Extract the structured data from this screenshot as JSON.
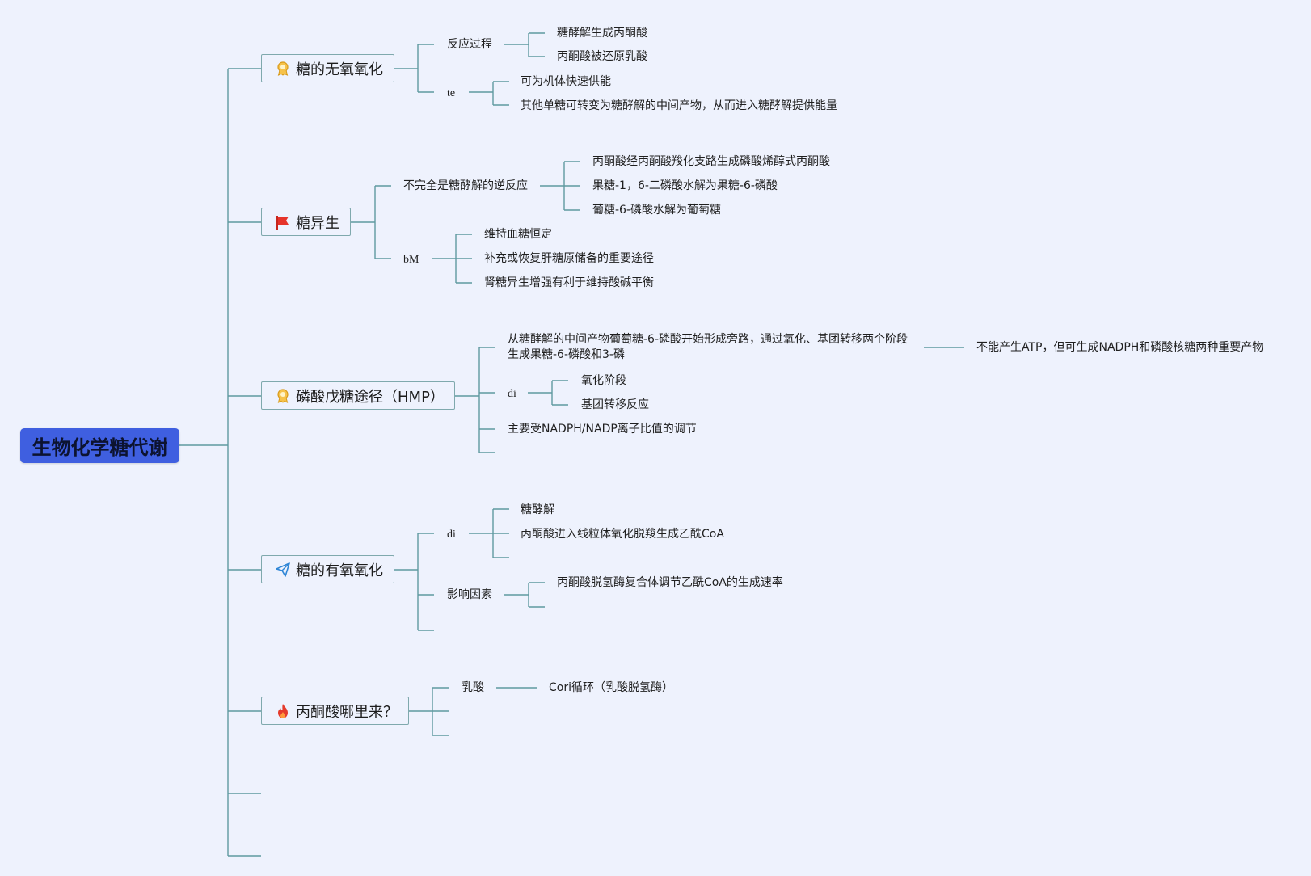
{
  "colors": {
    "background": "#eef2fd",
    "root": "#3f5fe0",
    "line": "#5f9aa0",
    "border": "#7fa9ad"
  },
  "root": {
    "label": "生物化学糖代谢"
  },
  "branches": [
    {
      "label": "糖的无氧氧化",
      "icon": "award-ribbon-icon",
      "children": [
        {
          "label": "反应过程",
          "children": [
            "糖酵解生成丙酮酸",
            "丙酮酸被还原乳酸"
          ]
        },
        {
          "label": "te",
          "children": [
            "可为机体快速供能",
            "其他单糖可转变为糖酵解的中间产物，从而进入糖酵解提供能量"
          ]
        }
      ]
    },
    {
      "label": "糖异生",
      "icon": "red-flag-icon",
      "children": [
        {
          "label": "不完全是糖酵解的逆反应",
          "children": [
            "丙酮酸经丙酮酸羧化支路生成磷酸烯醇式丙酮酸",
            "果糖-1，6-二磷酸水解为果糖-6-磷酸",
            "葡糖-6-磷酸水解为葡萄糖"
          ]
        },
        {
          "label": "bM",
          "children": [
            "维持血糖恒定",
            "补充或恢复肝糖原储备的重要途径",
            "肾糖异生增强有利于维持酸碱平衡"
          ]
        }
      ]
    },
    {
      "label": "磷酸戊糖途径（HMP）",
      "icon": "award-ribbon-icon",
      "children": [
        {
          "label": "从糖酵解的中间产物葡萄糖-6-磷酸开始形成旁路，通过氧化、基团转移两个阶段生成果糖-6-磷酸和3-磷",
          "label_lines": [
            "从糖酵解的中间产物葡萄糖-6-磷酸开始形成旁路，通过氧化、基团转移两个阶段",
            "生成果糖-6-磷酸和3-磷"
          ],
          "children": [
            "不能产生ATP，但可生成NADPH和磷酸核糖两种重要产物"
          ]
        },
        {
          "label": "di",
          "children": [
            "氧化阶段",
            "基团转移反应"
          ]
        },
        {
          "label": "主要受NADPH/NADP离子比值的调节",
          "children": []
        }
      ]
    },
    {
      "label": "糖的有氧氧化",
      "icon": "paper-plane-icon",
      "children": [
        {
          "label": "di",
          "children": [
            "糖酵解",
            "丙酮酸进入线粒体氧化脱羧生成乙酰CoA"
          ]
        },
        {
          "label": "影响因素",
          "children": [
            "丙酮酸脱氢酶复合体调节乙酰CoA的生成速率"
          ]
        }
      ]
    },
    {
      "label": "丙酮酸哪里来？",
      "icon": "flame-icon",
      "children": [
        {
          "label": "乳酸",
          "children": [
            "Cori循环（乳酸脱氢酶）"
          ]
        }
      ]
    }
  ]
}
